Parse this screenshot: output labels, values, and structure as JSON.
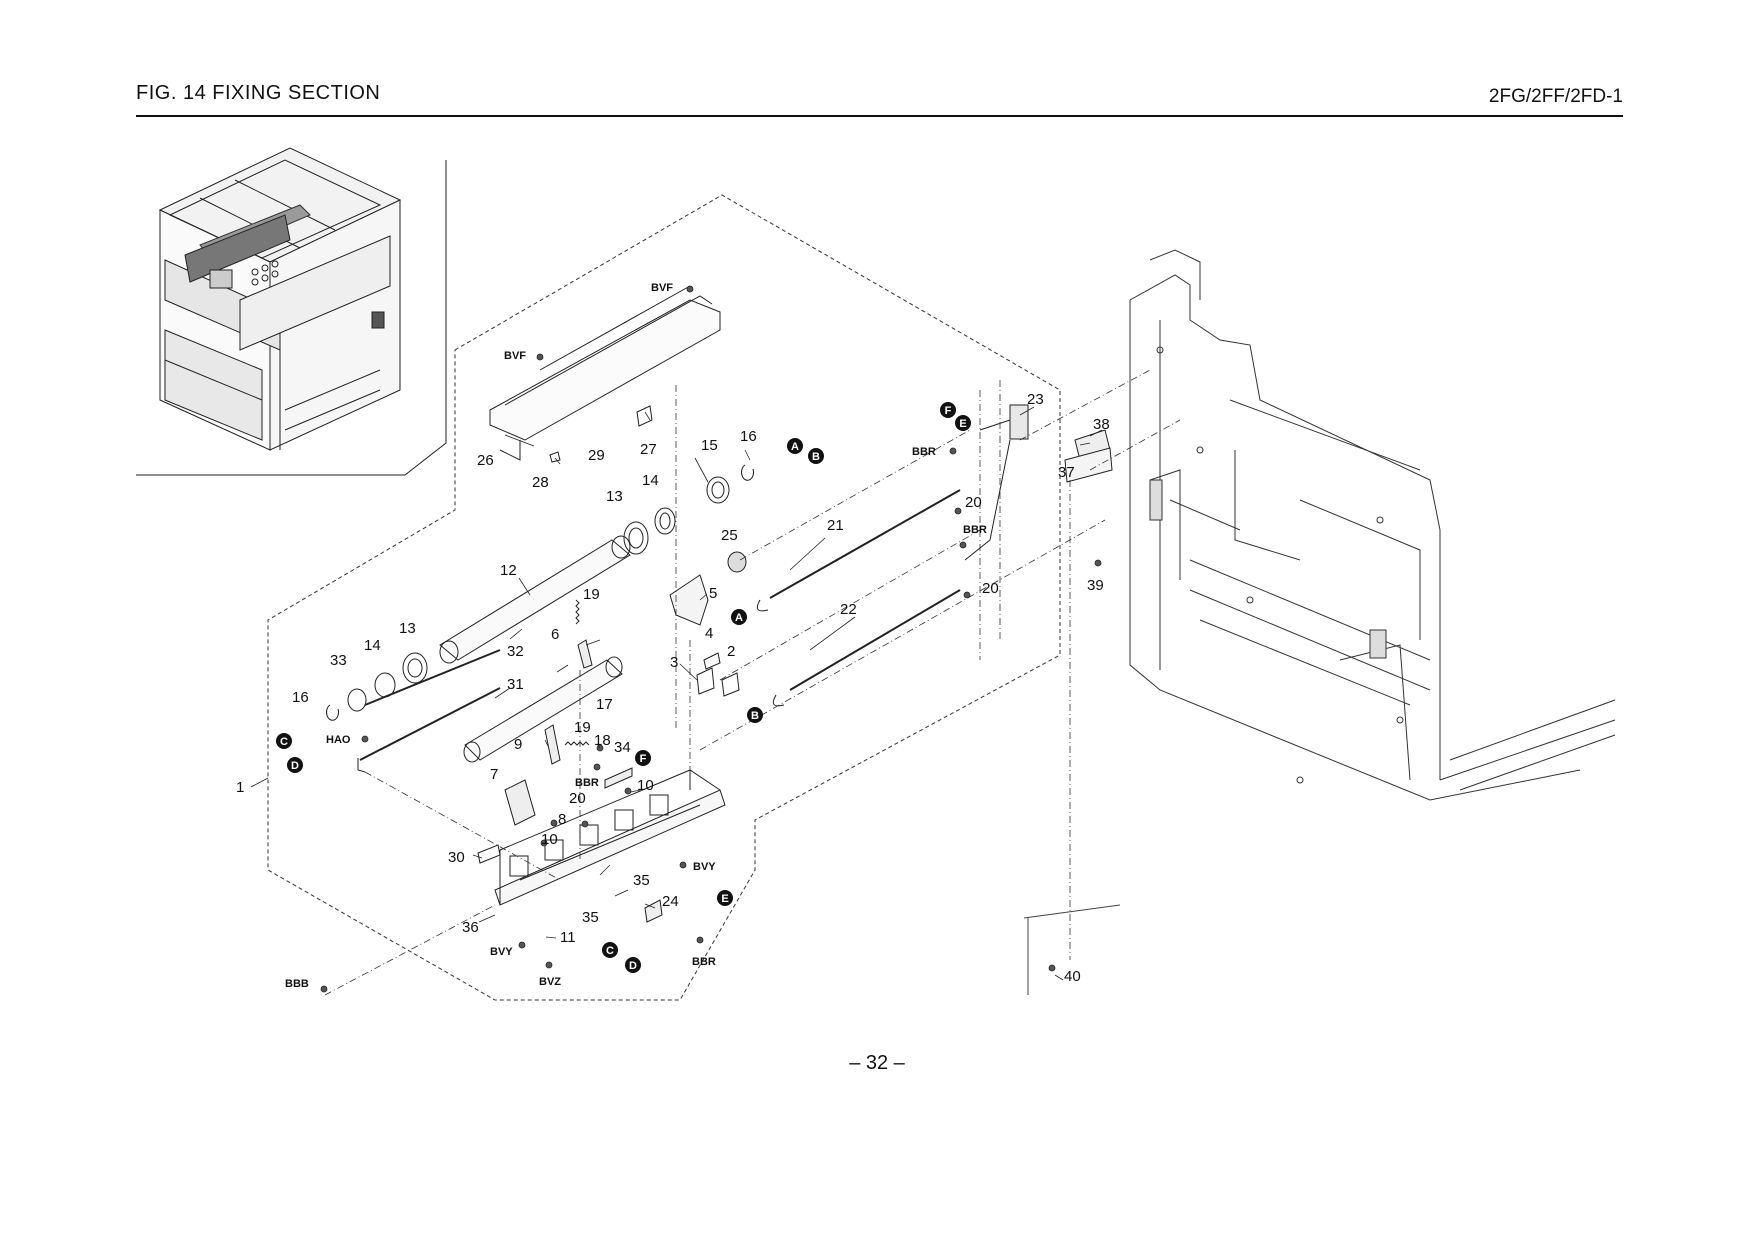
{
  "header": {
    "title": "FIG. 14  FIXING SECTION",
    "code": "2FG/2FF/2FD-1"
  },
  "footer": {
    "page_number": "– 32 –"
  },
  "callouts": {
    "n1": "1",
    "n2": "2",
    "n3": "3",
    "n4": "4",
    "n5": "5",
    "n6": "6",
    "n7": "7",
    "n8": "8",
    "n9": "9",
    "n10a": "10",
    "n10b": "10",
    "n11": "11",
    "n12": "12",
    "n13a": "13",
    "n13b": "13",
    "n14a": "14",
    "n14b": "14",
    "n15": "15",
    "n16a": "16",
    "n16b": "16",
    "n17": "17",
    "n18": "18",
    "n19a": "19",
    "n19b": "19",
    "n20a": "20",
    "n20b": "20",
    "n20c": "20",
    "n21": "21",
    "n22": "22",
    "n23": "23",
    "n24": "24",
    "n25": "25",
    "n26": "26",
    "n27": "27",
    "n28": "28",
    "n29": "29",
    "n30": "30",
    "n31": "31",
    "n32": "32",
    "n33": "33",
    "n34": "34",
    "n35a": "35",
    "n35b": "35",
    "n36": "36",
    "n37": "37",
    "n38": "38",
    "n39": "39",
    "n40": "40"
  },
  "screw_codes": {
    "bvf1": "BVF",
    "bvf2": "BVF",
    "bbr1": "BBR",
    "bbr2": "BBR",
    "bbr3": "BBR",
    "bbr4": "BBR",
    "hao": "HAO",
    "bvy1": "BVY",
    "bvy2": "BVY",
    "bvz": "BVZ",
    "bbb": "BBB"
  },
  "connectors": {
    "a1": "A",
    "a2": "A",
    "b1": "B",
    "b2": "B",
    "c1": "C",
    "c2": "C",
    "d1": "D",
    "d2": "D",
    "e1": "E",
    "e2": "E",
    "f1": "F",
    "f2": "F"
  }
}
